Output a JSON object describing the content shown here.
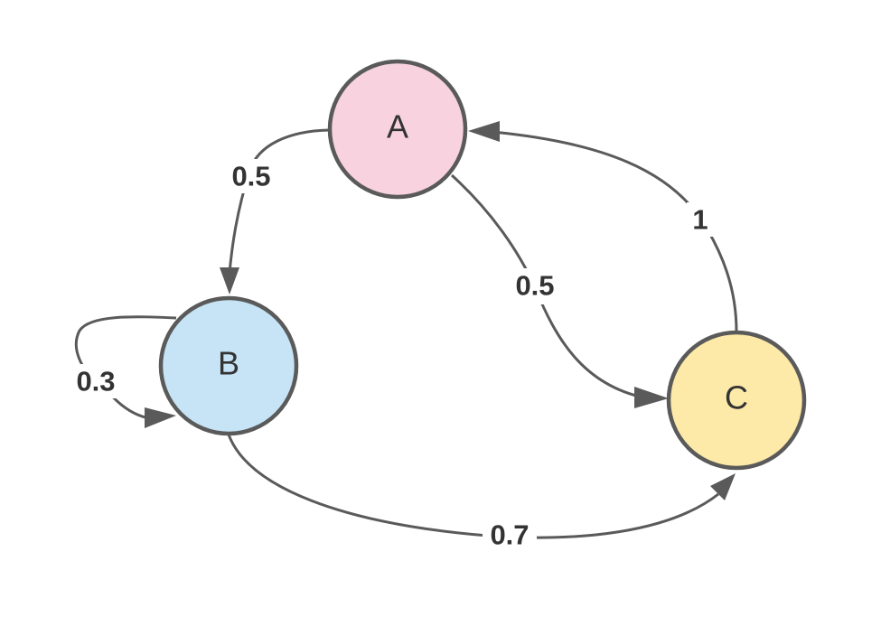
{
  "diagram": {
    "nodes": {
      "A": {
        "label": "A",
        "fill": "#f8d3df"
      },
      "B": {
        "label": "B",
        "fill": "#c6e4f6"
      },
      "C": {
        "label": "C",
        "fill": "#fdeaa8"
      }
    },
    "edges": {
      "a_to_b": {
        "from": "A",
        "to": "B",
        "label": "0.5"
      },
      "a_to_c": {
        "from": "A",
        "to": "C",
        "label": "0.5"
      },
      "c_to_a": {
        "from": "C",
        "to": "A",
        "label": "1"
      },
      "b_to_b": {
        "from": "B",
        "to": "B",
        "label": "0.3"
      },
      "b_to_c": {
        "from": "B",
        "to": "C",
        "label": "0.7"
      }
    },
    "stroke_color": "#5a5a5a",
    "text_color": "#333333"
  }
}
